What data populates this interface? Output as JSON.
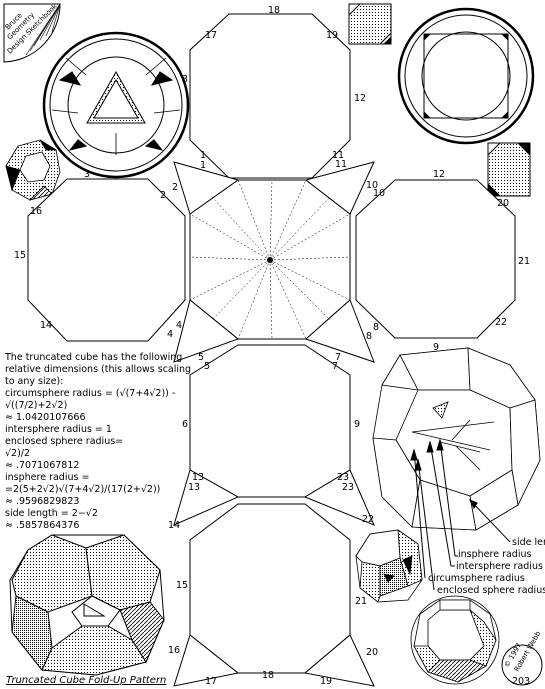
{
  "logo": {
    "line1": "Bruce",
    "line2": "Geometry",
    "line3": "Design Sketchbook"
  },
  "edge_labels": [
    "18",
    "17",
    "19",
    "12",
    "3",
    "1",
    "1",
    "11",
    "11",
    "2",
    "2",
    "10",
    "10",
    "12",
    "3",
    "16",
    "20",
    "15",
    "21",
    "14",
    "22",
    "4",
    "4",
    "8",
    "8",
    "5",
    "5",
    "7",
    "7",
    "9",
    "9",
    "6",
    "9",
    "13",
    "13",
    "23",
    "23",
    "14",
    "22",
    "15",
    "21",
    "16",
    "20",
    "17",
    "18",
    "19"
  ],
  "description": {
    "lines": [
      "The truncated cube has the following",
      "relative dimensions (this allows scaling",
      "to any size):",
      "circumsphere radius = (√(7+4√2)) -",
      "√((7/2)+2√2)",
      "≈ 1.0420107666",
      "intersphere radius = 1",
      "enclosed sphere radius=",
      "√2)/2",
      "≈ .7071067812",
      "insphere radius =",
      "=2(5+2√2)√(7+4√2)/(17(2+√2))",
      "≈ .9596829823",
      "side length = 2−√2",
      "≈ .5857864376"
    ]
  },
  "legend": {
    "items": [
      "side length",
      "insphere radius",
      "intersphere radius",
      "circumsphere radius",
      "enclosed sphere radius"
    ]
  },
  "title": "Truncated Cube Fold-Up Pattern",
  "stamp": {
    "line1": "© 1997",
    "line2": "Robert Webb",
    "page": "203"
  }
}
